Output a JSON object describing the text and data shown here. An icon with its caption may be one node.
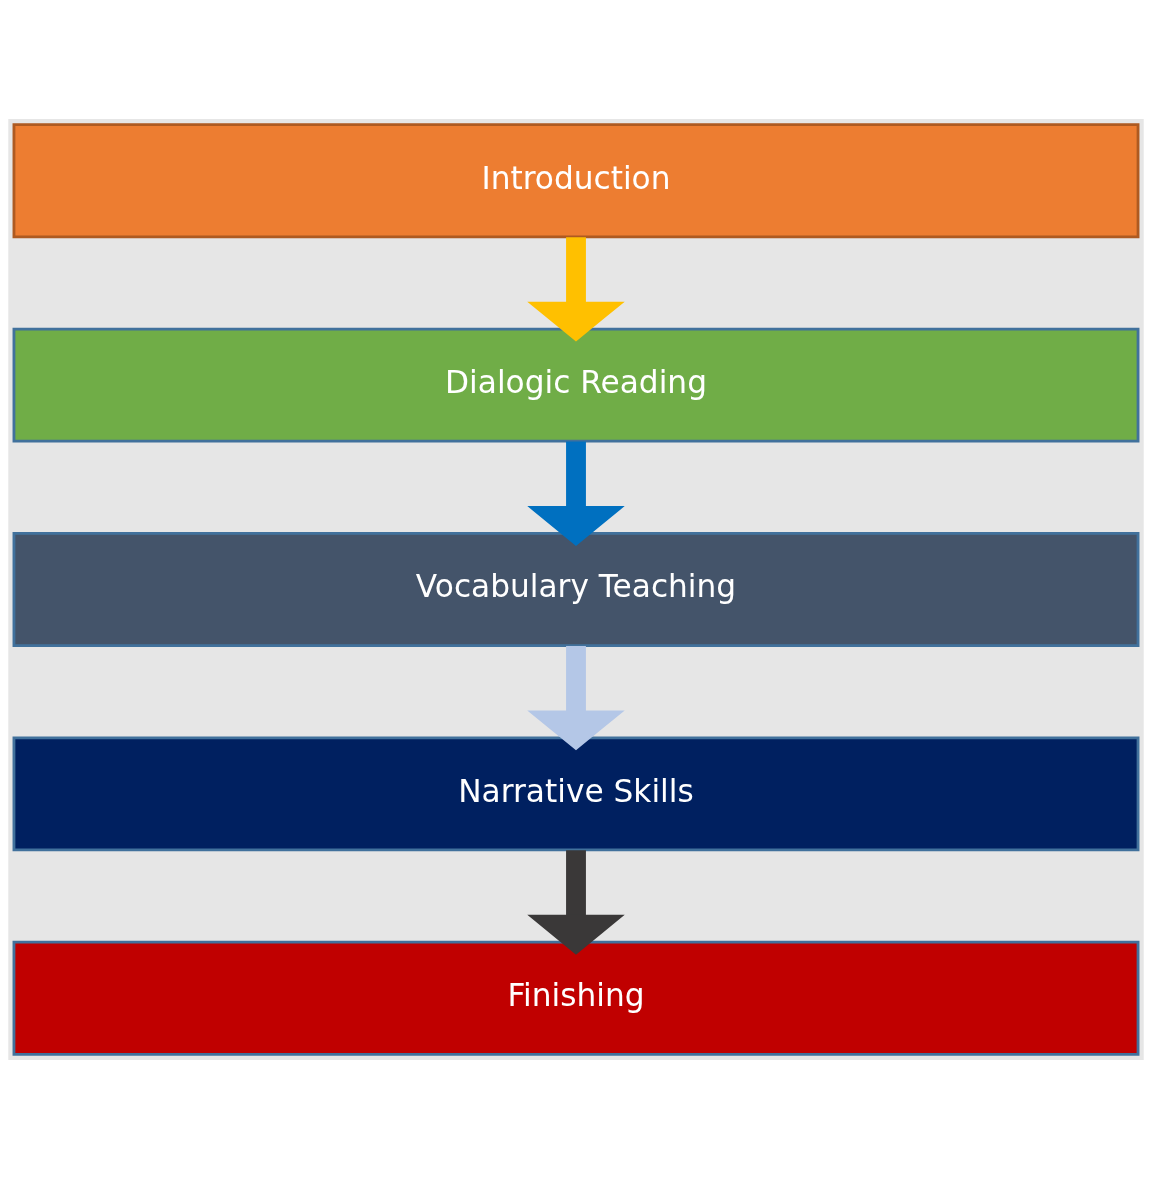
{
  "diagram": {
    "nodes": [
      {
        "text": [
          "Introduction"
        ]
      },
      {
        "text": [
          "Dialogic Reading"
        ]
      },
      {
        "text": [
          "Vocabulary Teaching"
        ]
      },
      {
        "text": [
          "Narrative Skills"
        ]
      },
      {
        "text": [
          "Finishing"
        ]
      }
    ],
    "edges": [
      {
        "from": 0,
        "to": 1,
        "arrow": "to",
        "color": "#ffc000"
      },
      {
        "from": 1,
        "to": 2,
        "arrow": "to",
        "color": "#0070c0"
      },
      {
        "from": 2,
        "to": 3,
        "arrow": "to",
        "color": "#b4c7e7"
      },
      {
        "from": 3,
        "to": 4,
        "arrow": "to",
        "color": "#3a3838"
      }
    ]
  }
}
